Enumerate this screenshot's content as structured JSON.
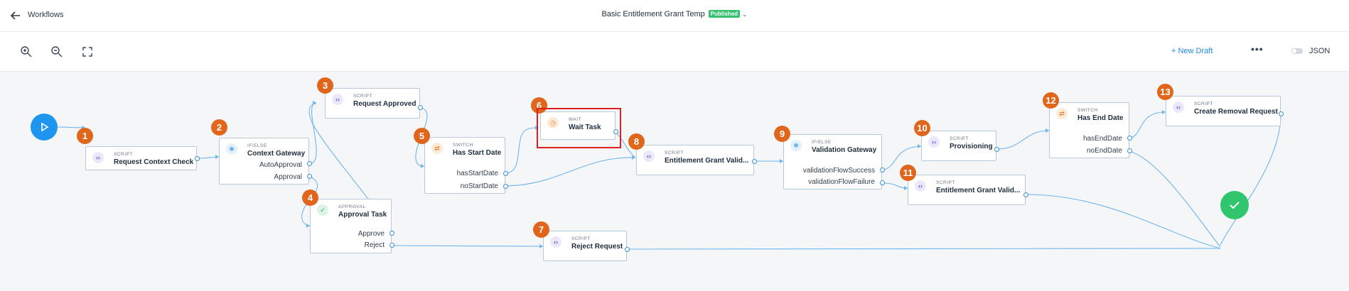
{
  "header": {
    "breadcrumb": "Workflows",
    "title": "Basic Entitlement Grant Temp",
    "status": "Published"
  },
  "toolbar": {
    "new_draft": "+  New Draft",
    "json_label": "JSON"
  },
  "nodes": {
    "n1": {
      "kind": "SCRIPT",
      "name": "Request Context Check",
      "marker": "1"
    },
    "n2": {
      "kind": "IF/ELSE",
      "name": "Context Gateway",
      "marker": "2",
      "out1": "AutoApproval",
      "out2": "Approval"
    },
    "n3": {
      "kind": "SCRIPT",
      "name": "Request Approved",
      "marker": "3"
    },
    "n4": {
      "kind": "APPROVAL",
      "name": "Approval Task",
      "marker": "4",
      "out1": "Approve",
      "out2": "Reject"
    },
    "n5": {
      "kind": "SWITCH",
      "name": "Has Start Date",
      "marker": "5",
      "out1": "hasStartDate",
      "out2": "noStartDate"
    },
    "n6": {
      "kind": "WAIT",
      "name": "Wait Task",
      "marker": "6"
    },
    "n7": {
      "kind": "SCRIPT",
      "name": "Reject Request",
      "marker": "7"
    },
    "n8": {
      "kind": "SCRIPT",
      "name": "Entitlement Grant Valid...",
      "marker": "8"
    },
    "n9": {
      "kind": "IF/ELSE",
      "name": "Validation Gateway",
      "marker": "9",
      "out1": "validationFlowSuccess",
      "out2": "validationFlowFailure"
    },
    "n10": {
      "kind": "SCRIPT",
      "name": "Provisioning",
      "marker": "10"
    },
    "n11": {
      "kind": "SCRIPT",
      "name": "Entitlement Grant Valid...",
      "marker": "11"
    },
    "n12": {
      "kind": "SWITCH",
      "name": "Has End Date",
      "marker": "12",
      "out1": "hasEndDate",
      "out2": "noEndDate"
    },
    "n13": {
      "kind": "SCRIPT",
      "name": "Create Removal Request",
      "marker": "13"
    }
  },
  "colors": {
    "accent": "#1e88e5",
    "published": "#34c26f",
    "marker": "#e0661b",
    "start": "#1e96f0",
    "end": "#2fc66d",
    "highlight": "#e02020",
    "edge": "#6fb6ec"
  },
  "icons": {
    "back": "arrow-left-icon",
    "zoom_in": "zoom-in-icon",
    "zoom_out": "zoom-out-icon",
    "fit": "fit-screen-icon",
    "more": "more-icon",
    "start": "play-icon",
    "end": "check-icon"
  }
}
